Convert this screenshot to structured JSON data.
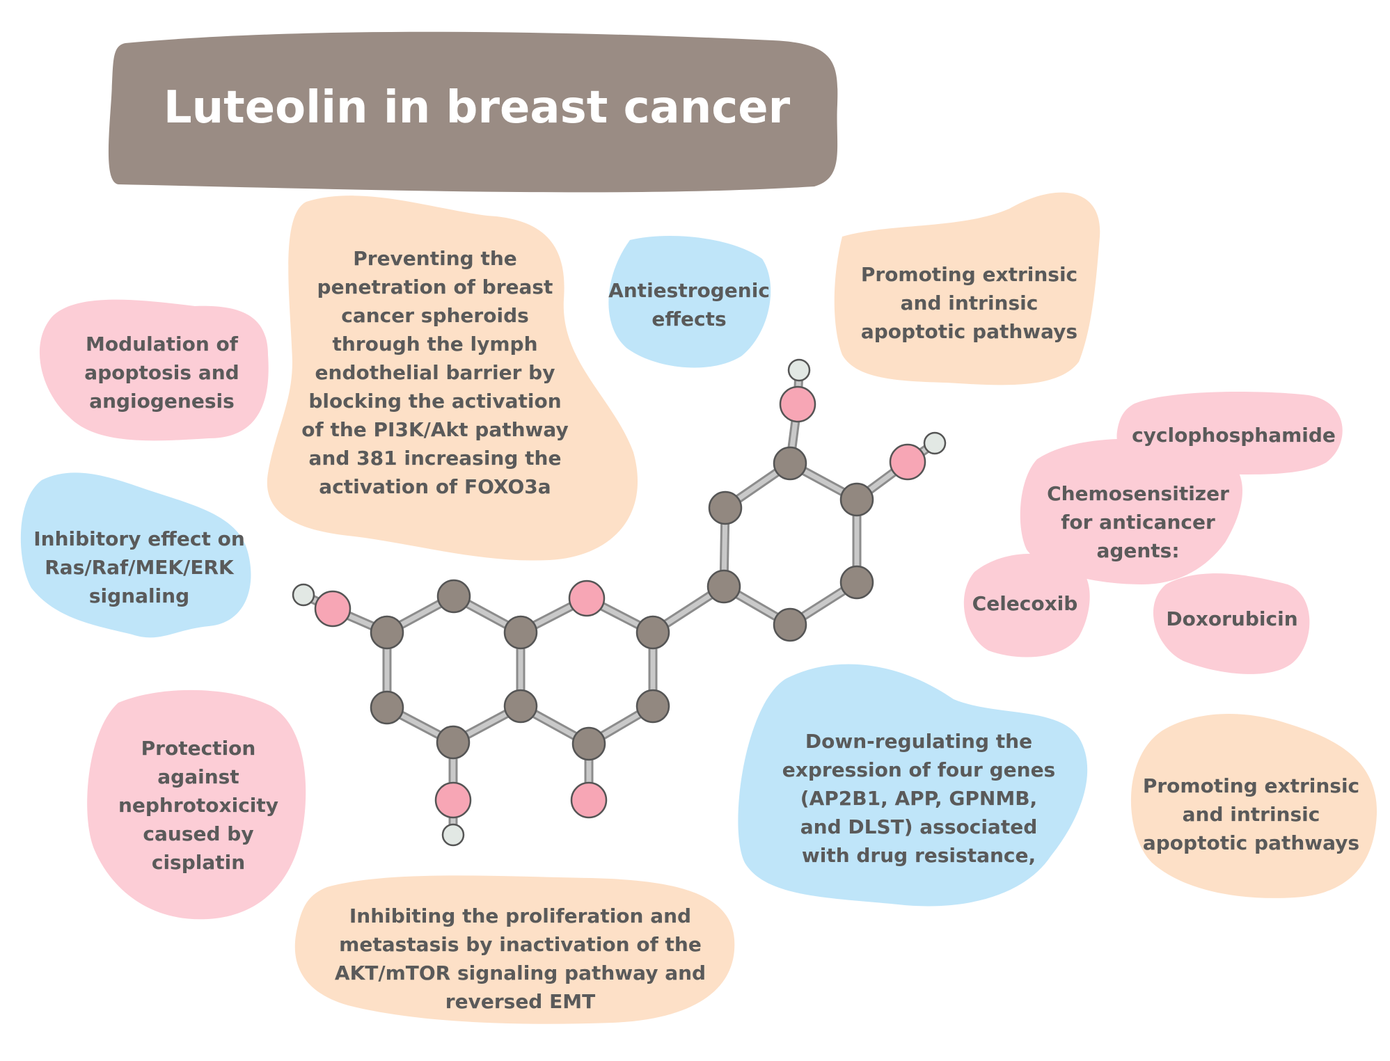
{
  "title": "Luteolin in breast cancer",
  "colors": {
    "title_bg": "#9a8c84",
    "pink": "#fccdd6",
    "peach": "#fde0c7",
    "blue": "#bfe5f9",
    "text": "#5a5a5a",
    "atom_carbon": "#928880",
    "atom_oxygen": "#f7a6b5",
    "atom_hydrogen": "#e2e8e4",
    "bond": "#c9c9c9"
  },
  "blobs": {
    "modulation": "Modulation of\napoptosis and\nangiogenesis",
    "preventing": "Preventing the\npenetration of breast\ncancer spheroids\nthrough the lymph\nendothelial barrier by\nblocking the activation\nof the PI3K/Akt pathway\nand 381 increasing the\nactivation of FOXO3a",
    "antiestrogenic": "Antiestrogenic\neffects",
    "promoting_top": "Promoting extrinsic\nand intrinsic\napoptotic pathways",
    "inhibitory": "Inhibitory effect on\nRas/Raf/MEK/ERK\nsignaling",
    "cyclophosphamide": "cyclophosphamide",
    "chemosensitizer": "Chemosensitizer\nfor anticancer\nagents:",
    "celecoxib": "Celecoxib",
    "doxorubicin": "Doxorubicin",
    "protection": "Protection\nagainst\nnephrotoxicity\ncaused by\ncisplatin",
    "downregulating": "Down-regulating the\nexpression of four genes\n(AP2B1, APP, GPNMB,\nand DLST) associated\nwith drug resistance,",
    "promoting_bottom": "Promoting extrinsic\nand intrinsic\napoptotic pathways",
    "inhibiting": "Inhibiting the proliferation and\nmetastasis by inactivation of the\nAKT/mTOR signaling pathway and\nreversed EMT"
  },
  "molecule_icon": "luteolin-ball-and-stick-molecule"
}
